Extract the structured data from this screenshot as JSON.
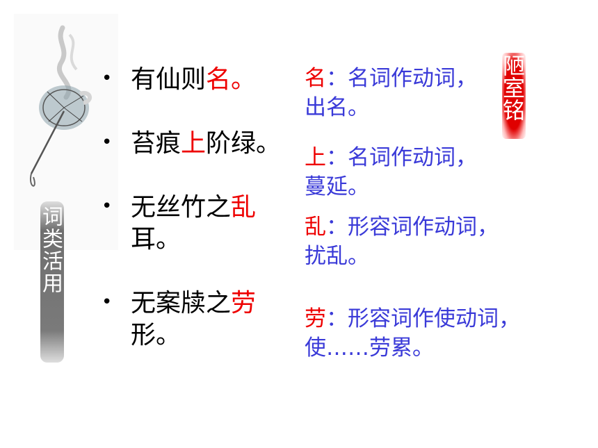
{
  "side_label": "词类活用",
  "title_tag": "陋室铭",
  "sentences": [
    {
      "pre": "有仙则",
      "hl": "名",
      "post": "。"
    },
    {
      "pre": "苔痕",
      "hl": "上",
      "post": "阶绿。"
    },
    {
      "pre": "无丝竹之",
      "hl": "乱",
      "post": "耳。"
    },
    {
      "pre": "无案牍之",
      "hl": "劳",
      "post": "形。"
    }
  ],
  "notes": [
    {
      "word": "名",
      "line1": "：名词作动词，",
      "line2": "出名。"
    },
    {
      "word": "上",
      "line1": "：名词作动词，",
      "line2": "蔓延。"
    },
    {
      "word": "乱",
      "line1": "：形容词作动词，",
      "line2": "扰乱。"
    },
    {
      "word": "劳",
      "line1": "：形容词作使动词，",
      "line2": "使……劳累。"
    }
  ],
  "colors": {
    "highlight": "#ee0000",
    "note_text": "#3a3ad8",
    "title_tag_bg": "#e00000"
  }
}
